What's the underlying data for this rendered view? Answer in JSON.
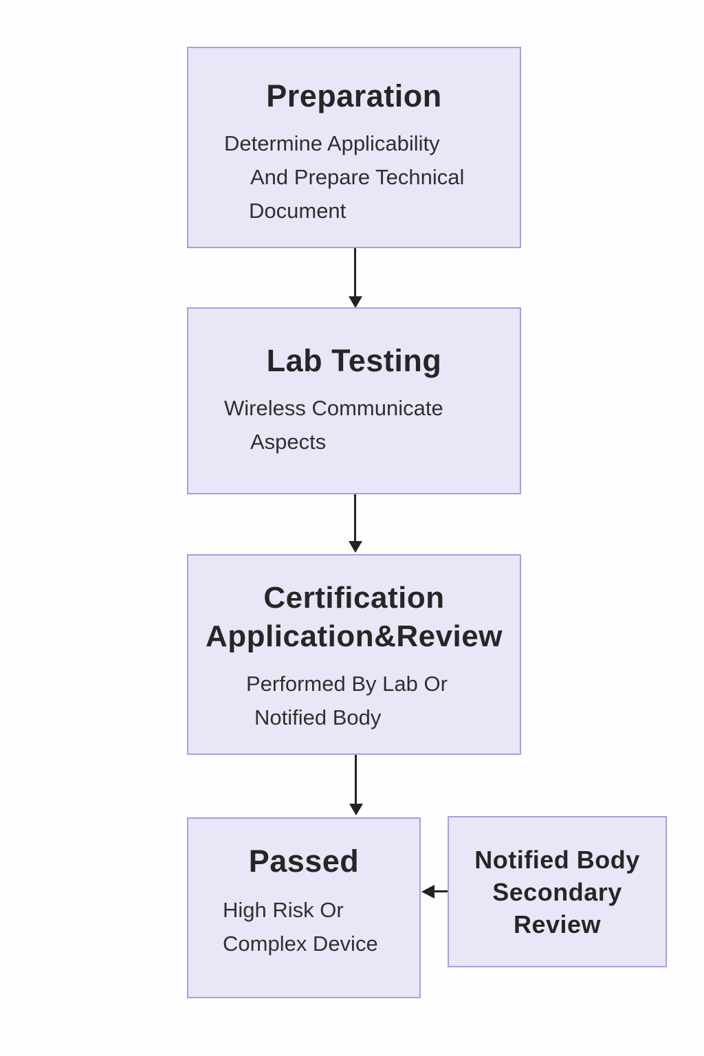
{
  "colors": {
    "node_fill": "#eae6f8",
    "node_border": "#ab9dd9",
    "title_text": "#262626",
    "body_text": "#2f2f2f",
    "arrow": "#222222",
    "background": "#fdfeff"
  },
  "flowchart": {
    "nodes": [
      {
        "id": "preparation",
        "title": "Preparation",
        "subtitle_lines": [
          "Determine Applicability",
          "And Prepare Technical",
          "Document"
        ]
      },
      {
        "id": "lab-testing",
        "title": "Lab Testing",
        "subtitle_lines": [
          "Wireless Communicate",
          "Aspects"
        ]
      },
      {
        "id": "certification-application-review",
        "title_lines": [
          "Certification",
          "Application&Review"
        ],
        "subtitle_lines": [
          "Performed By Lab Or",
          "Notified Body"
        ]
      },
      {
        "id": "passed",
        "title": "Passed",
        "subtitle_lines": [
          "High Risk Or",
          "Complex Device"
        ]
      },
      {
        "id": "notified-body-secondary-review",
        "title_lines": [
          "Notified Body",
          "Secondary",
          "Review"
        ]
      }
    ],
    "edges": [
      {
        "from": "preparation",
        "to": "lab-testing",
        "direction": "down"
      },
      {
        "from": "lab-testing",
        "to": "certification-application-review",
        "direction": "down"
      },
      {
        "from": "certification-application-review",
        "to": "passed",
        "direction": "down"
      },
      {
        "from": "notified-body-secondary-review",
        "to": "passed",
        "direction": "left"
      }
    ]
  }
}
